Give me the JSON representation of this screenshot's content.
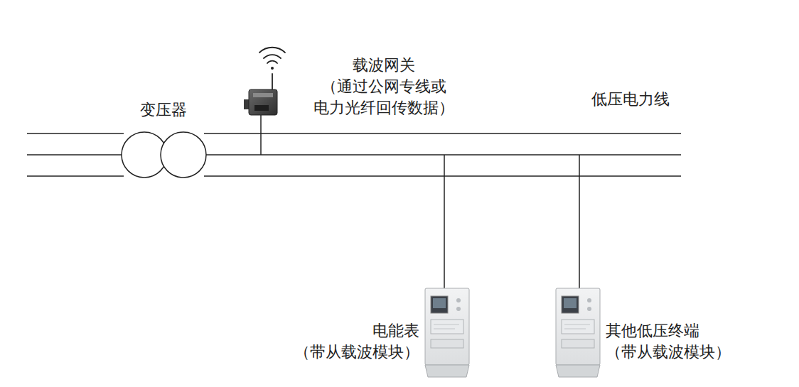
{
  "diagram": {
    "nodes": [
      {
        "text": [
          "变压器"
        ]
      },
      {
        "text": [
          "载波网关",
          "（通过公网专线或 电力光纤回传数据）"
        ]
      },
      {
        "text": [
          "电能表",
          "（带从载波模块）"
        ]
      },
      {
        "text": [
          "其他低压终端",
          "（带从载波模块）"
        ]
      }
    ],
    "labels": [
      "低压电力线"
    ]
  }
}
